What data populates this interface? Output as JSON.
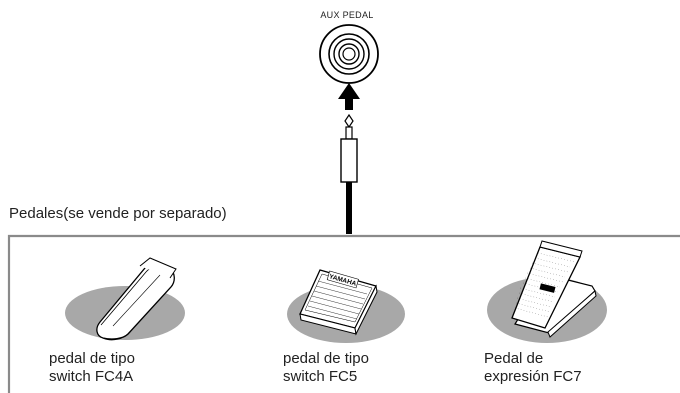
{
  "jack": {
    "label": "AUX PEDAL"
  },
  "pedals_section": {
    "title": "Pedales(se vende por separado)",
    "items": [
      {
        "line1": "pedal de tipo",
        "line2": "switch FC4A"
      },
      {
        "line1": "pedal de tipo",
        "line2": "switch FC5"
      },
      {
        "line1": "Pedal de",
        "line2": "expresión FC7"
      }
    ]
  },
  "fc5_brand_text": "YAMAHA",
  "colors": {
    "line": "#000000",
    "frame": "#8a8a8a",
    "shadow": "#a8a8a8"
  }
}
